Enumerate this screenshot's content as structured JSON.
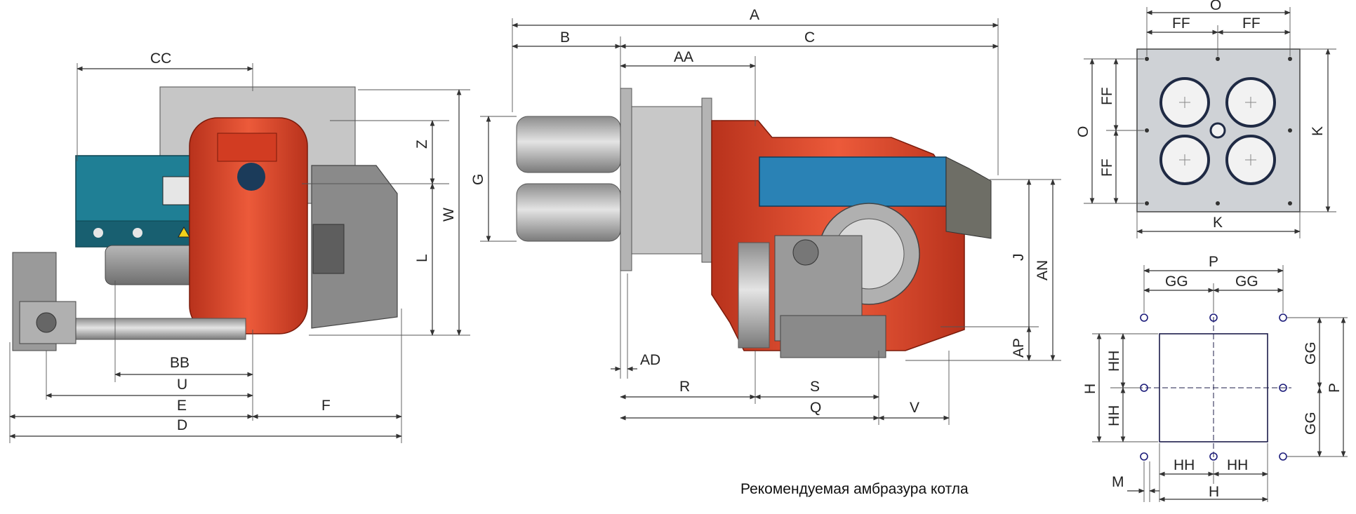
{
  "caption": "Рекомендуемая амбразура котла",
  "colors": {
    "burner_red": "#e0442a",
    "panel_teal": "#1f7f95",
    "housing_grey": "#c9c9c9",
    "plate_grey": "#cfd2d6",
    "line": "#333333",
    "bolt_blue": "#1c1c7a"
  },
  "side_view": {
    "dims": {
      "CC": "CC",
      "Z": "Z",
      "W": "W",
      "L": "L",
      "BB": "BB",
      "U": "U",
      "E": "E",
      "F": "F",
      "D": "D"
    }
  },
  "front_view": {
    "dims": {
      "A": "A",
      "B": "B",
      "C": "C",
      "AA": "AA",
      "G": "G",
      "J": "J",
      "AN": "AN",
      "AP": "AP",
      "AD": "AD",
      "R": "R",
      "S": "S",
      "Q": "Q",
      "V": "V"
    }
  },
  "flange_view": {
    "dims": {
      "O_top": "O",
      "FF_top_left": "FF",
      "FF_top_right": "FF",
      "O_side": "O",
      "FF_side_top": "FF",
      "FF_side_bottom": "FF",
      "K_side": "K",
      "K_bottom": "K"
    }
  },
  "opening_view": {
    "dims": {
      "P_top": "P",
      "GG_top_left": "GG",
      "GG_top_right": "GG",
      "H_side": "H",
      "HH_side_top": "HH",
      "HH_side_bottom": "HH",
      "GG_side_top": "GG",
      "GG_side_bottom": "GG",
      "P_side": "P",
      "M": "M",
      "HH_bottom_left": "HH",
      "HH_bottom_right": "HH",
      "H_bottom": "H"
    }
  }
}
